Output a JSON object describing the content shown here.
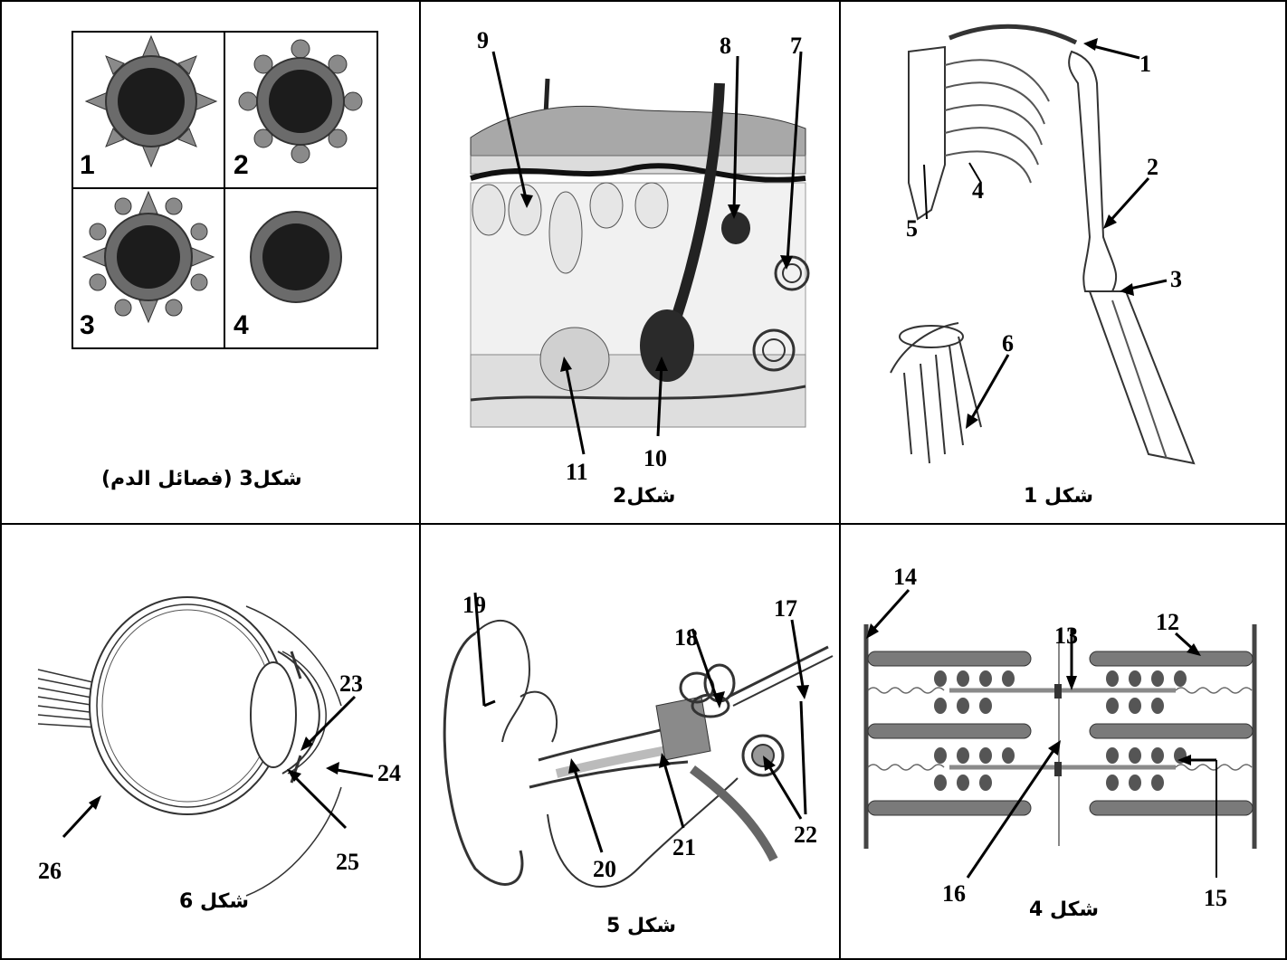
{
  "figures": {
    "fig1": {
      "caption": "شكل 1",
      "labels": [
        "1",
        "2",
        "3",
        "4",
        "5",
        "6"
      ]
    },
    "fig2": {
      "caption": "شكل2",
      "labels": [
        "7",
        "8",
        "9",
        "10",
        "11"
      ]
    },
    "fig3": {
      "caption": "شكل3 (فصائل الدم)",
      "cell_numbers": [
        "1",
        "2",
        "3",
        "4"
      ]
    },
    "fig4": {
      "caption": "شكل 4",
      "labels": [
        "12",
        "13",
        "14",
        "15",
        "16"
      ]
    },
    "fig5": {
      "caption": "شكل 5",
      "labels": [
        "17",
        "18",
        "19",
        "20",
        "21",
        "22"
      ]
    },
    "fig6": {
      "caption": "شكل 6",
      "labels": [
        "23",
        "24",
        "25",
        "26"
      ]
    }
  },
  "colors": {
    "border": "#000000",
    "cell_dark": "#1c1c1c",
    "cell_ring": "#6b6b6b",
    "antigen": "#8a8a8a",
    "skin_gray": "#a8a8a8"
  }
}
